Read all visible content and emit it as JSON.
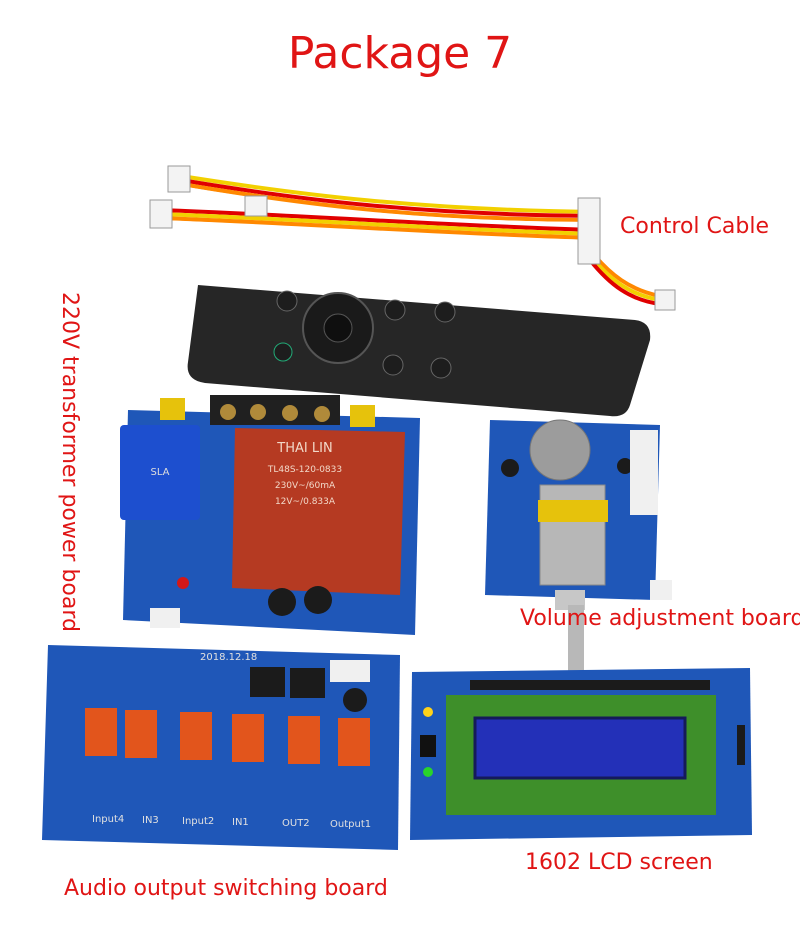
{
  "title": "Package 7",
  "labels": {
    "control_cable": "Control Cable",
    "power_board": "220V transformer power board",
    "volume_board": "Volume adjustment board",
    "lcd_screen": "1602 LCD screen",
    "audio_board": "Audio output switching board"
  },
  "product_text": {
    "transformer_brand": "THAI LIN",
    "transformer_model": "TL48S-120-0833",
    "transformer_input": "230V~/60mA",
    "transformer_output": "12V~/0.833A",
    "board_date": "2018.12.18",
    "audio_inputs": [
      "Input4",
      "IN3",
      "Input2",
      "IN1",
      "OUT2",
      "Output1"
    ]
  },
  "colors": {
    "label_red": "#e01515",
    "pcb_blue": "#1f57b8",
    "relay_orange": "#e2551c",
    "transformer_red": "#b53a22",
    "lcd_green": "#3e8f2a",
    "lcd_display": "#2330b8"
  }
}
